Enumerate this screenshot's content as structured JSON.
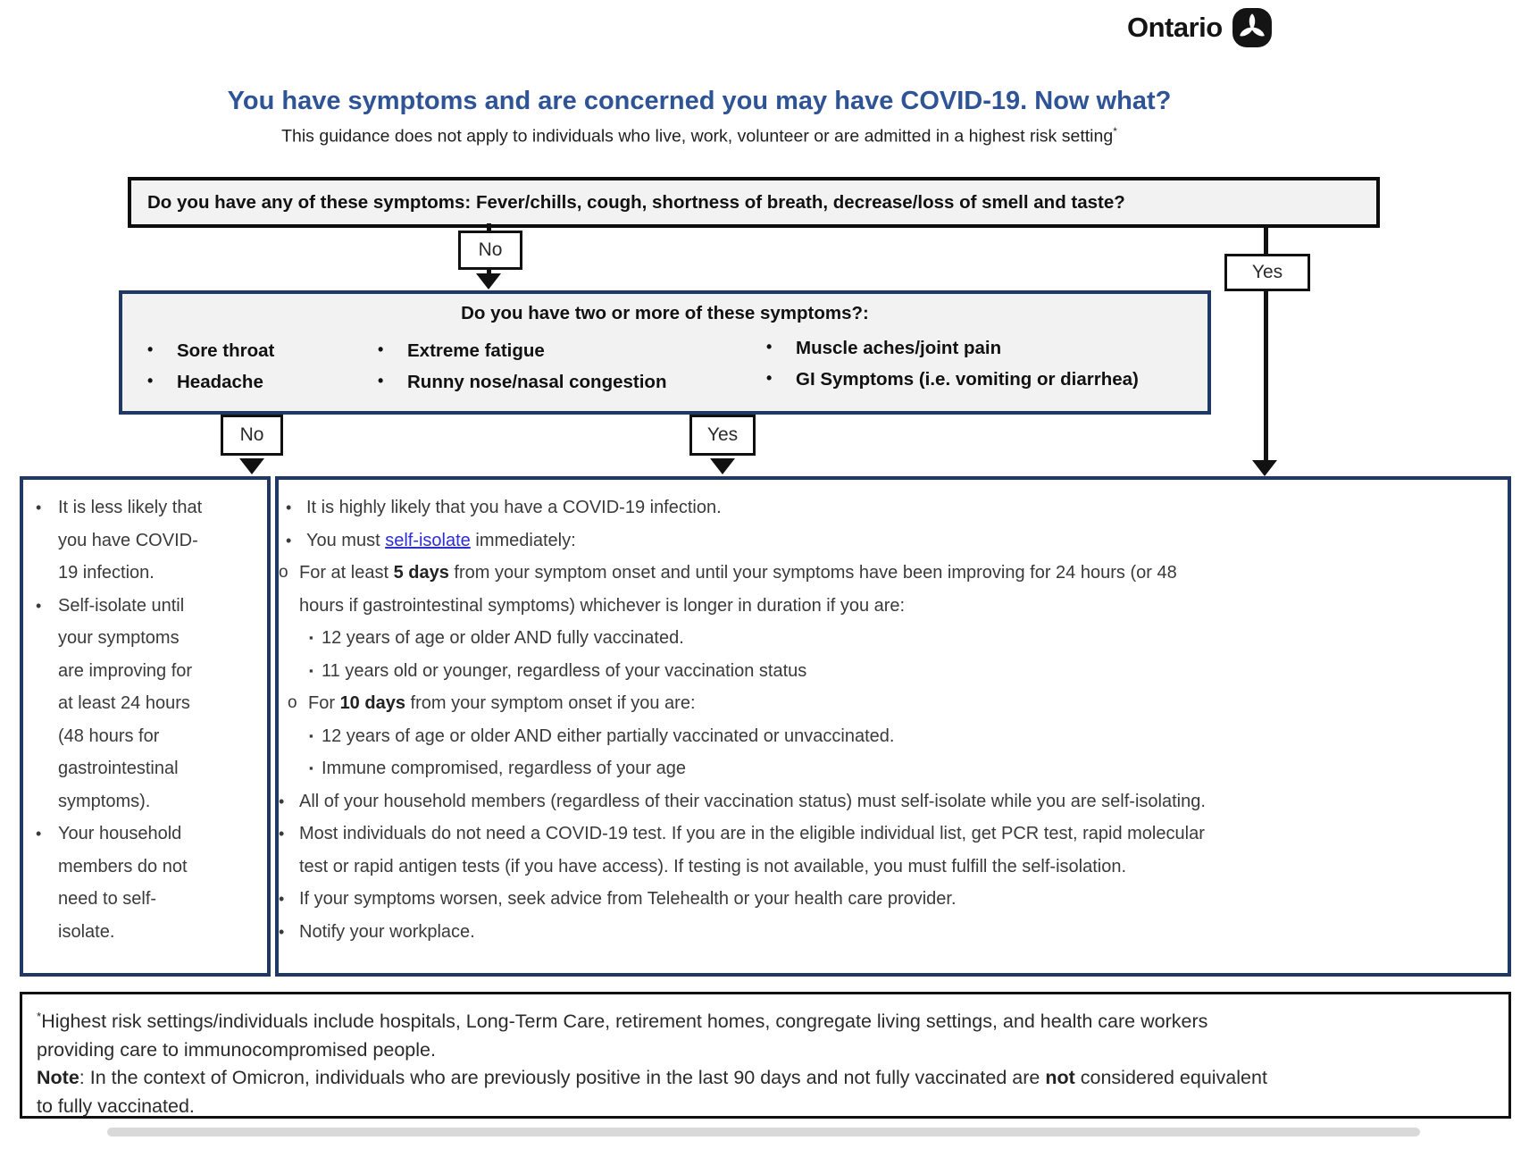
{
  "brand": {
    "wordmark": "Ontario"
  },
  "colors": {
    "title_blue": "#2f5496",
    "navy_border": "#1f3864",
    "link_blue": "#2d2dd2",
    "panel_gray": "#f2f2f2",
    "line_black": "#111111",
    "divider_gray": "#d9d9d9"
  },
  "bullets": {
    "l1": "•",
    "l2": "o",
    "l3": "▪"
  },
  "header": {
    "title": "You have symptoms and are concerned you may have COVID-19. Now what?",
    "subtitle_segments": [
      {
        "t": "This guidance does not apply to individuals who live, work, volunteer or are admitted in a highest risk setting"
      },
      {
        "t": "*",
        "sup": true
      }
    ]
  },
  "q1": {
    "question": "Do you have any of these symptoms: Fever/chills, cough, shortness of breath, decrease/loss of smell and taste?",
    "no_label": "No",
    "yes_label": "Yes"
  },
  "q2": {
    "question": "Do you have two or more of these symptoms?:",
    "columns": [
      [
        "Sore throat",
        "Headache"
      ],
      [
        "Extreme fatigue",
        "Runny nose/nasal congestion"
      ],
      [
        "Muscle aches/joint pain",
        "GI Symptoms (i.e. vomiting or diarrhea)"
      ]
    ],
    "no_label": "No",
    "yes_label": "Yes"
  },
  "no_outcome": {
    "items": [
      "It is less likely that\nyou have COVID-\n19 infection.",
      "Self-isolate until\nyour symptoms\nare improving for\nat least 24 hours\n(48 hours for\ngastrointestinal\nsymptoms).",
      "Your household\nmembers do not\nneed to self-\nisolate."
    ]
  },
  "yes_outcome": {
    "items": [
      {
        "level": 1,
        "segments": [
          {
            "t": "It is highly likely that you have a COVID-19 infection."
          }
        ]
      },
      {
        "level": 1,
        "segments": [
          {
            "t": "You must "
          },
          {
            "t": "self-isolate",
            "link": true
          },
          {
            "t": " immediately:"
          }
        ]
      },
      {
        "level": 2,
        "segments": [
          {
            "t": "For at least "
          },
          {
            "t": "5 days",
            "b": true
          },
          {
            "t": " from your symptom onset and until your symptoms have been improving for 24 hours (or 48\nhours if gastrointestinal symptoms) whichever is longer in duration if you are:"
          }
        ]
      },
      {
        "level": 3,
        "segments": [
          {
            "t": "12 years of age or older AND fully vaccinated."
          }
        ]
      },
      {
        "level": 3,
        "segments": [
          {
            "t": "11 years old or younger, regardless of your vaccination status"
          }
        ]
      },
      {
        "level": 2,
        "segments": [
          {
            "t": "For "
          },
          {
            "t": "10 days",
            "b": true
          },
          {
            "t": " from your symptom onset if you are:"
          }
        ]
      },
      {
        "level": 3,
        "segments": [
          {
            "t": "12 years of age or older AND either partially vaccinated or unvaccinated."
          }
        ]
      },
      {
        "level": 3,
        "segments": [
          {
            "t": "Immune compromised, regardless of your age"
          }
        ]
      },
      {
        "level": 1,
        "segments": [
          {
            "t": "All of your household members (regardless of their vaccination status) must self-isolate while you are self-isolating."
          }
        ]
      },
      {
        "level": 1,
        "segments": [
          {
            "t": "Most individuals do not need a COVID-19 test. If you are in the eligible individual list, get PCR test, rapid molecular\ntest or rapid antigen tests (if you have access). If testing is not available, you must fulfill the self-isolation."
          }
        ]
      },
      {
        "level": 1,
        "segments": [
          {
            "t": "If your symptoms worsen, seek advice from Telehealth or your health care provider."
          }
        ]
      },
      {
        "level": 1,
        "segments": [
          {
            "t": "Notify your workplace."
          }
        ]
      }
    ]
  },
  "footnote": {
    "p1_segments": [
      {
        "t": "*",
        "sup": true
      },
      {
        "t": "Highest risk settings/individuals include hospitals, Long-Term Care, retirement homes, congregate living settings, and health care workers\nproviding care to immunocompromised people."
      }
    ],
    "p2_segments": [
      {
        "t": "Note",
        "b": true
      },
      {
        "t": ": In the context of Omicron, individuals who are previously positive in the last 90 days and not fully vaccinated are "
      },
      {
        "t": "not",
        "b": true
      },
      {
        "t": " considered equivalent\nto fully vaccinated."
      }
    ]
  }
}
